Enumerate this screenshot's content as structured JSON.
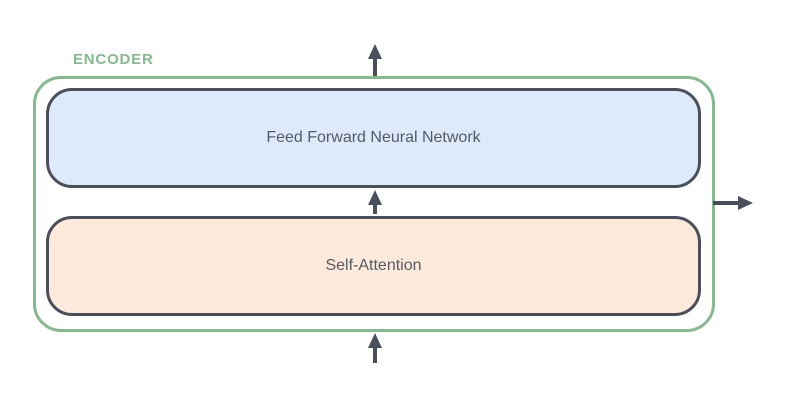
{
  "diagram": {
    "encoder_label": "ENCODER",
    "blocks": [
      {
        "id": "feed-forward",
        "label": "Feed Forward Neural Network",
        "fill": "#ddeafc"
      },
      {
        "id": "self-attention",
        "label": "Self-Attention",
        "fill": "#fdeada"
      }
    ],
    "arrows": [
      {
        "name": "input-arrow",
        "direction": "up",
        "position": "bottom-center"
      },
      {
        "name": "inter-layer-arrow",
        "direction": "up",
        "position": "between-blocks"
      },
      {
        "name": "output-arrow",
        "direction": "up",
        "position": "top-center"
      },
      {
        "name": "side-output-arrow",
        "direction": "right",
        "position": "right-middle"
      }
    ],
    "colors": {
      "encoder_green": "#84ba8e",
      "feed_forward_fill": "#ddeafc",
      "self_attention_fill": "#fdeada",
      "block_border": "#4a4f5b",
      "arrow": "#4a4f5b",
      "label_text": "#555a62",
      "background": "#ffffff"
    }
  }
}
